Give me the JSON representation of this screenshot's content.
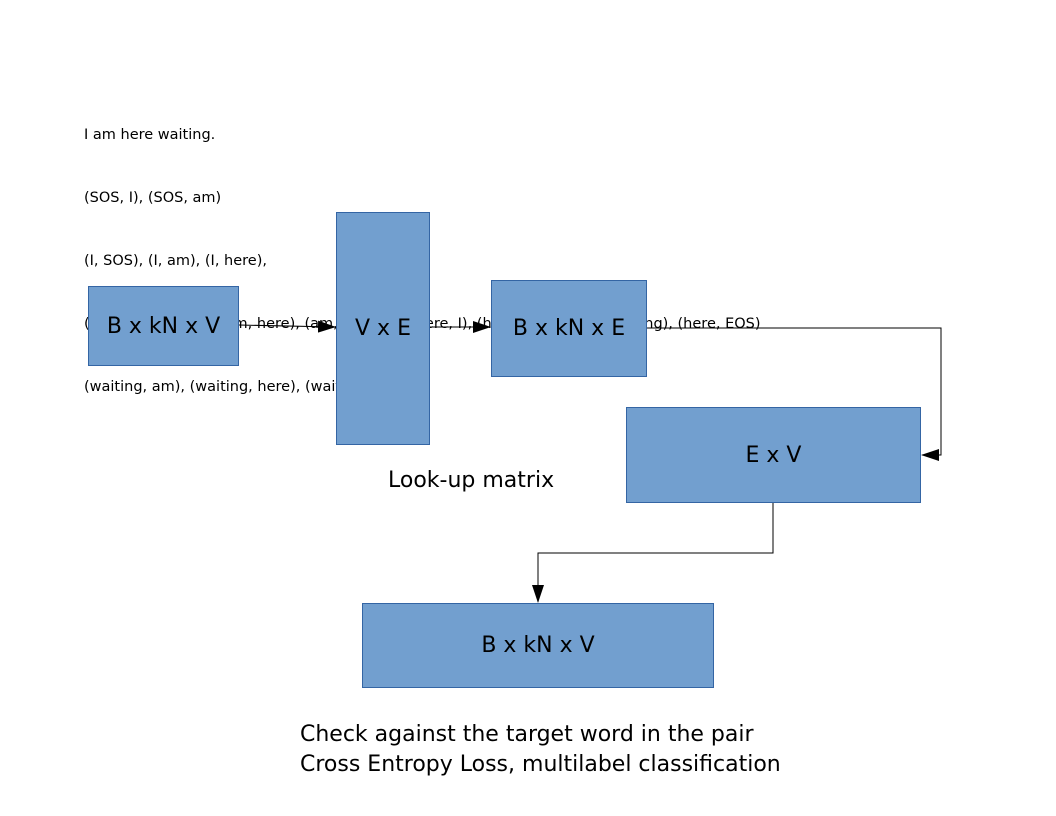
{
  "notes": {
    "lines": [
      "I am here waiting.",
      "(SOS, I), (SOS, am)",
      "(I, SOS), (I, am), (I, here),",
      "(am, SOS) (am, I), (am, here), (am, waiting), (here, I), (here, am), (here, waiting), (here, EOS)",
      "(waiting, am), (waiting, here), (waiting, EOS)"
    ]
  },
  "boxes": {
    "input": "B x kN x V",
    "lookup": "V x E",
    "embed": "B x kN x E",
    "proj": "E x V",
    "output": "B x kN x V"
  },
  "captions": {
    "lookup": "Look-up matrix",
    "loss": "Check against the target word in the pair Cross Entropy Loss, multilabel classification"
  },
  "colors": {
    "box_fill": "#729fcf",
    "box_border": "#3465a4",
    "connector": "#000000"
  }
}
